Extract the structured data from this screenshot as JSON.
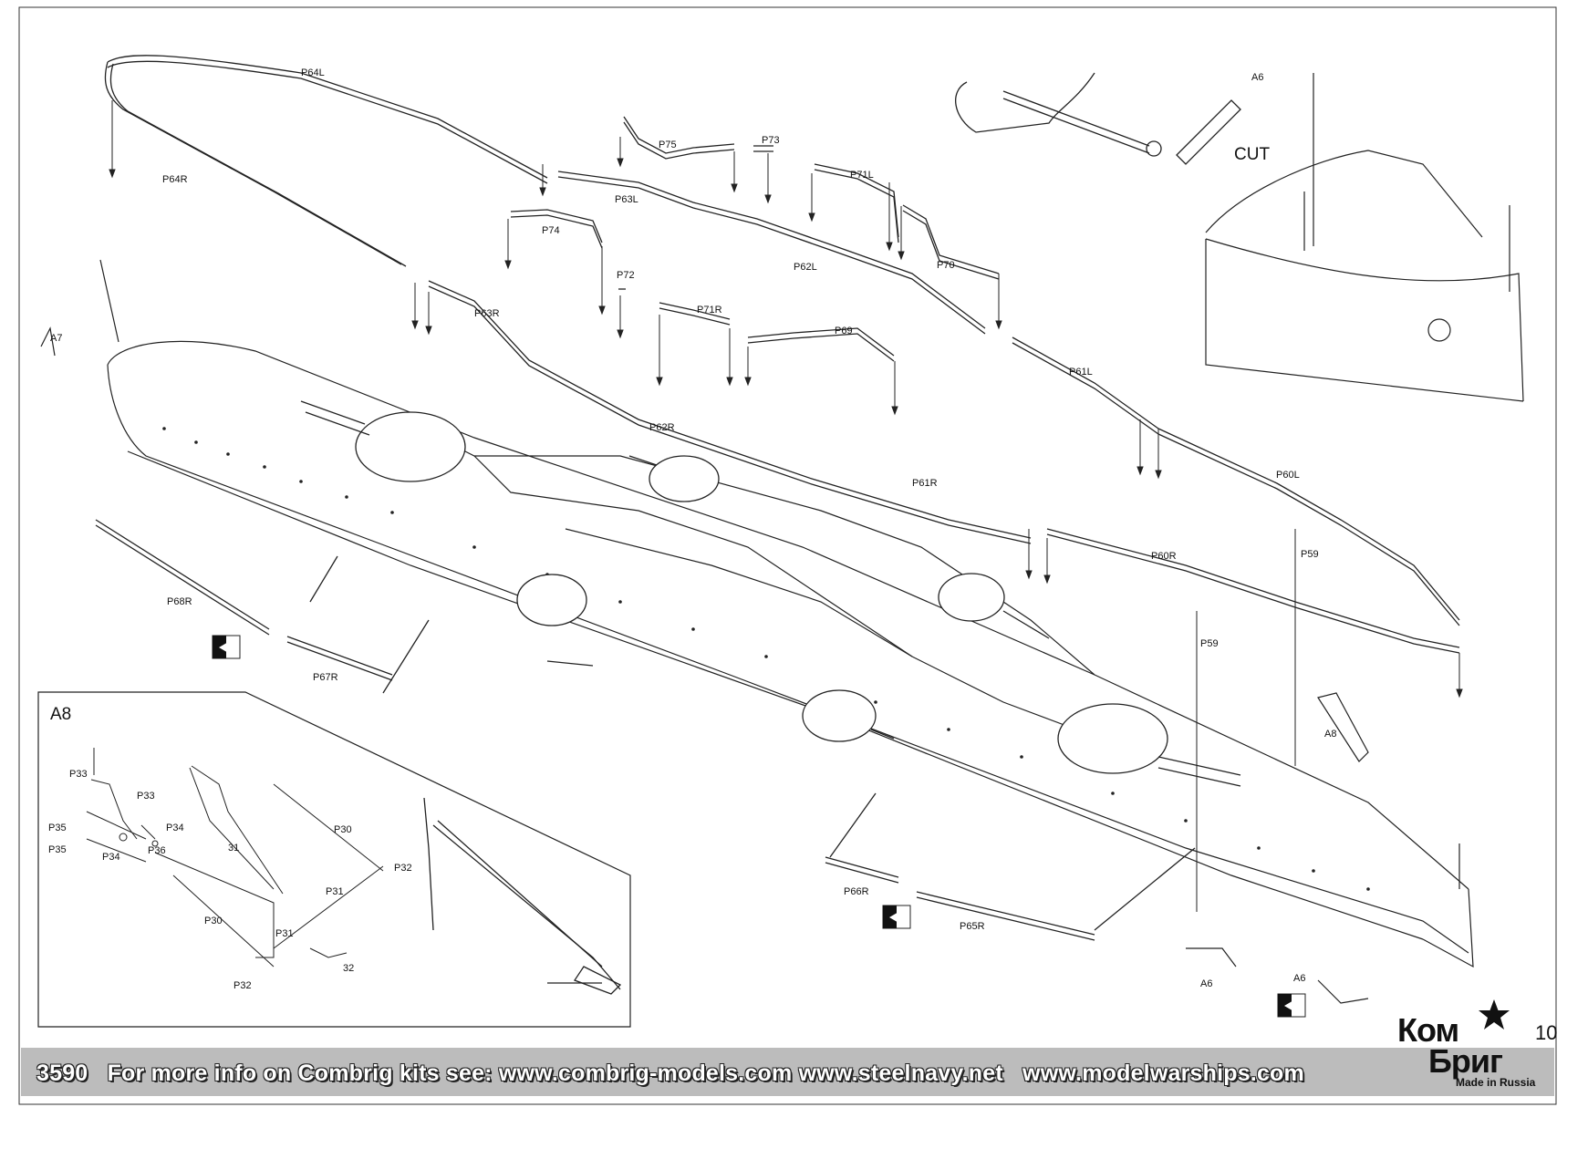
{
  "page": {
    "number": "10",
    "footer": {
      "kit_number": "3590",
      "info_text": "For more info on Combrig kits see: www.combrig-models.com www.steelnavy.net",
      "second_site": "www.modelwarships.com"
    },
    "logo": {
      "line1": "Ком",
      "line2": "Бриг",
      "made_in": "Made in Russia"
    }
  },
  "parts": {
    "P64L": "P64L",
    "P64R": "P64R",
    "P63L": "P63L",
    "P63R": "P63R",
    "P62L": "P62L",
    "P62R": "P62R",
    "P61L": "P61L",
    "P61R": "P61R",
    "P60L": "P60L",
    "P60R": "P60R",
    "P59": "P59",
    "P75": "P75",
    "P73": "P73",
    "P74": "P74",
    "P72": "P72",
    "P71L": "P71L",
    "P71R": "P71R",
    "P70": "P70",
    "P69": "P69",
    "P68R": "P68R",
    "P67R": "P67R",
    "P66R": "P66R",
    "P65R": "P65R",
    "A6": "A6",
    "A7": "A7",
    "A8": "A8",
    "CUT": "CUT"
  },
  "inset": {
    "title": "A8",
    "labels": {
      "P33": "P33",
      "P35": "P35",
      "P34": "P34",
      "P36": "P36",
      "P30": "P30",
      "P31": "P31",
      "P32": "P32",
      "n31": "31",
      "n32": "32"
    }
  }
}
